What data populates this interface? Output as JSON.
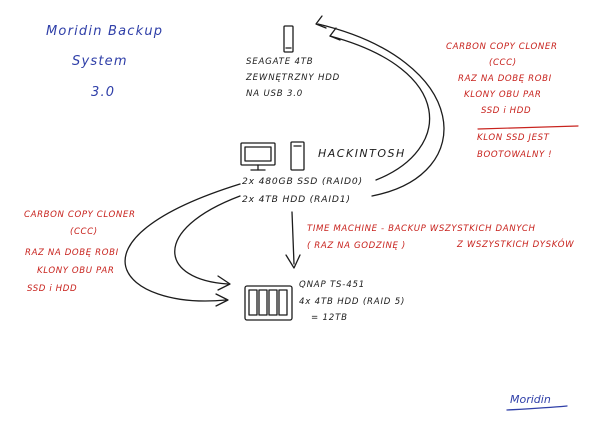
{
  "title": {
    "line1": "Moridin Backup",
    "line2": "System",
    "line3": "3.0"
  },
  "seagate": {
    "line1": "SEAGATE 4TB",
    "line2": "ZEWNĘTRZNY HDD",
    "line3": "NA USB 3.0"
  },
  "hackintosh": {
    "name": "HACKINTOSH",
    "line1": "2x 480GB SSD (RAID0)",
    "line2": "2x 4TB HDD (RAID1)"
  },
  "qnap": {
    "line1": "QNAP TS-451",
    "line2": "4x 4TB HDD (RAID 5)",
    "line3": "= 12TB"
  },
  "ccc_right": {
    "line1": "CARBON COPY CLONER",
    "line2": "(CCC)",
    "line3": "RAZ NA DOBĘ ROBI",
    "line4": "KLONY OBU PAR",
    "line5": "SSD i HDD",
    "line6": "KLON SSD JEST",
    "line7": "BOOTOWALNY !"
  },
  "ccc_left": {
    "line1": "CARBON COPY CLONER",
    "line2": "(CCC)",
    "line3": "RAZ NA DOBĘ ROBI",
    "line4": "KLONY OBU PAR",
    "line5": "SSD i HDD"
  },
  "time_machine": {
    "line1": "TIME MACHINE - BACKUP WSZYSTKICH DANYCH",
    "line2": "( RAZ NA GODZINĘ )",
    "line3": "Z WSZYSTKICH DYSKÓW"
  },
  "signature": "Moridin",
  "colors": {
    "title_ink": "#2f3fa8",
    "label_ink": "#1c1c1c",
    "note_ink": "#c8231e"
  }
}
